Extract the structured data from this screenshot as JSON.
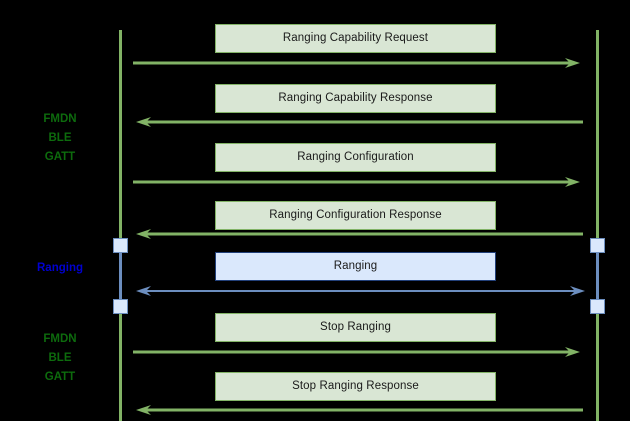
{
  "diagram": {
    "type": "sequence-diagram",
    "background_color": "#000000",
    "colors": {
      "green_accent": "#82b366",
      "green_fill": "#d9e6d4",
      "green_text": "#0d6b0d",
      "blue_accent": "#6c8ebf",
      "blue_fill": "#dae8fc",
      "blue_border": "#22407a",
      "blue_text": "#0000d0",
      "message_text": "#1a1a1a"
    },
    "phase_labels": [
      {
        "id": "phase-fmdn-top",
        "text": "FMDN\nBLE\nGATT",
        "color": "green"
      },
      {
        "id": "phase-ranging",
        "text": "Ranging",
        "color": "blue"
      },
      {
        "id": "phase-fmdn-bottom",
        "text": "FMDN\nBLE\nGATT",
        "color": "green"
      }
    ],
    "messages": [
      {
        "id": "msg-1",
        "label": "Ranging Capability Request",
        "style": "green",
        "direction": "right"
      },
      {
        "id": "msg-2",
        "label": "Ranging Capability Response",
        "style": "green",
        "direction": "left"
      },
      {
        "id": "msg-3",
        "label": "Ranging Configuration",
        "style": "green",
        "direction": "right"
      },
      {
        "id": "msg-4",
        "label": "Ranging Configuration Response",
        "style": "green",
        "direction": "left"
      },
      {
        "id": "msg-5",
        "label": "Ranging",
        "style": "blue",
        "direction": "both"
      },
      {
        "id": "msg-6",
        "label": "Stop Ranging",
        "style": "green",
        "direction": "right"
      },
      {
        "id": "msg-7",
        "label": "Stop Ranging Response",
        "style": "green",
        "direction": "left"
      }
    ],
    "lifelines": [
      {
        "id": "lifeline-left",
        "label": ""
      },
      {
        "id": "lifeline-right",
        "label": ""
      }
    ],
    "activation_boxes": 4
  }
}
